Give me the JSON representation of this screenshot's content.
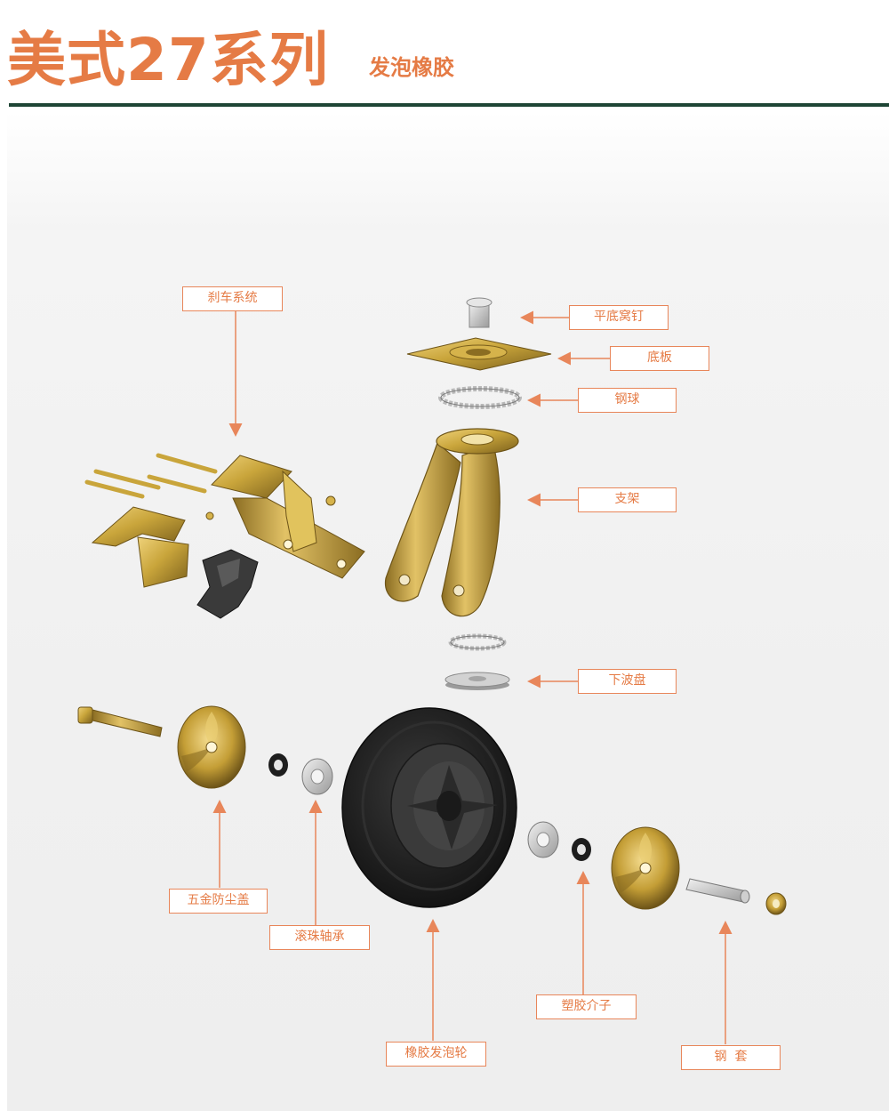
{
  "header": {
    "title": "美式27系列",
    "subtitle": "发泡橡胶"
  },
  "labels": {
    "brake_system": "刹车系统",
    "rivet": "平底窝钉",
    "base_plate": "底板",
    "steel_ball_top": "钢球",
    "bracket": "支架",
    "lower_race": "下波盘",
    "dust_cover": "五金防尘盖",
    "ball_bearing": "滚珠轴承",
    "plastic_spacer": "塑胶介子",
    "foam_wheel": "橡胶发泡轮",
    "steel_sleeve": "钢  套"
  },
  "colors": {
    "accent": "#e57b45",
    "rule": "#1e4535",
    "brass": "#c9a53b",
    "tire": "#1e1e1e"
  }
}
